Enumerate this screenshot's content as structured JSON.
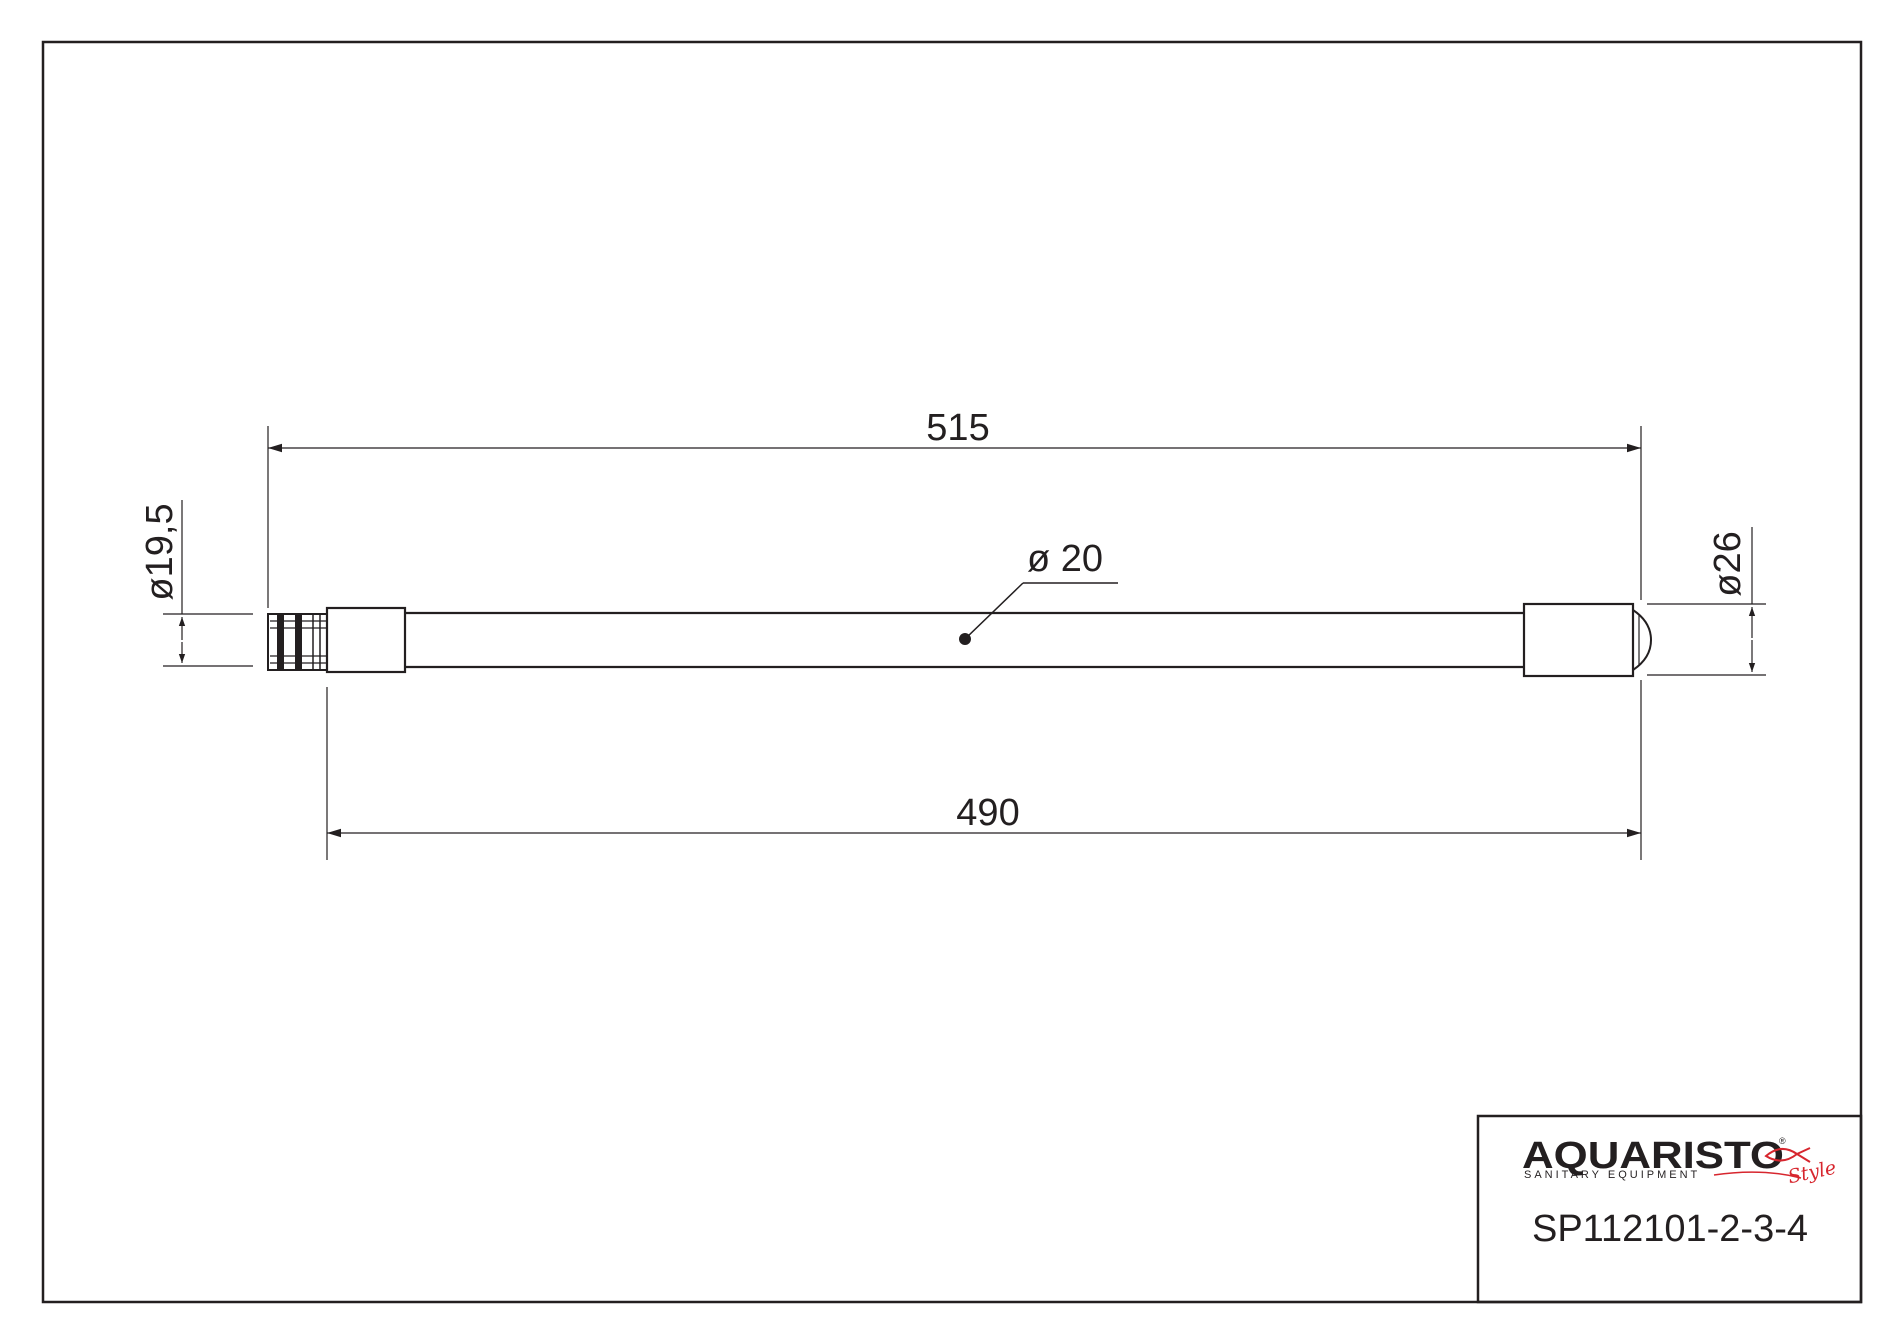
{
  "dimensions": {
    "overall_length": "515",
    "tube_length": "490",
    "tube_diameter": "ø 20",
    "thread_diameter": "ø19,5",
    "cap_diameter": "ø26"
  },
  "title_block": {
    "brand_name": "AQUARISTO",
    "brand_tagline": "SANITARY EQUIPMENT",
    "brand_script": "Style",
    "registered_mark": "®",
    "part_number": "SP112101-2-3-4"
  },
  "colors": {
    "line": "#231f20",
    "brand_accent": "#d7262e"
  }
}
